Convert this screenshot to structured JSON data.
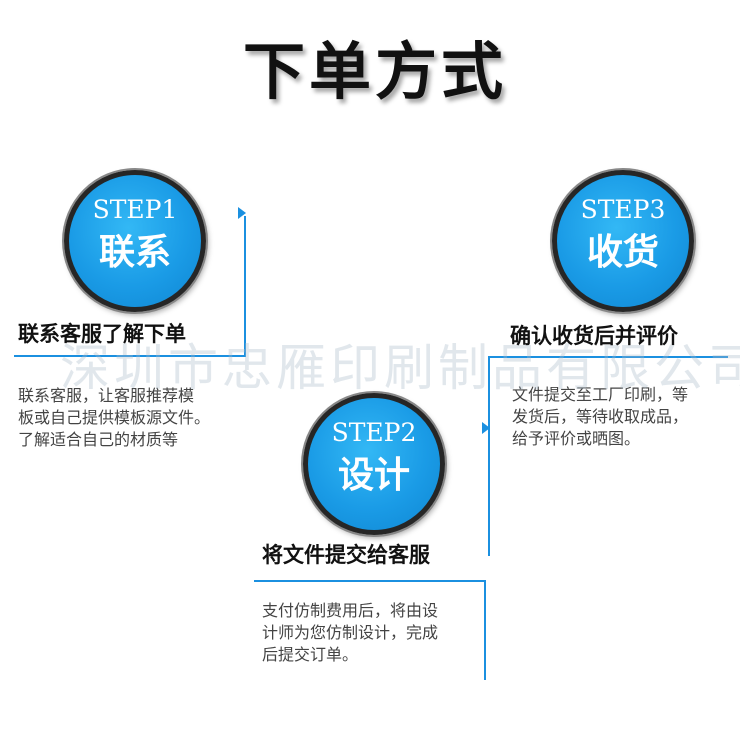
{
  "title": "下单方式",
  "watermark": "深圳市忠雁印刷制品有限公司",
  "accent_color": "#1a9be6",
  "steps": [
    {
      "number": "STEP1",
      "name": "联系",
      "heading": "联系客服了解下单",
      "description": [
        "联系客服，让客服推荐模",
        "板或自己提供模板源文件。",
        "了解适合自己的材质等"
      ]
    },
    {
      "number": "STEP2",
      "name": "设计",
      "heading": "将文件提交给客服",
      "description": [
        "支付仿制费用后，将由设",
        "计师为您仿制设计，完成",
        "后提交订单。"
      ]
    },
    {
      "number": "STEP3",
      "name": "收货",
      "heading": "确认收货后并评价",
      "description": [
        "文件提交至工厂印刷，等",
        "发货后，等待收取成品，",
        "给予评价或晒图。"
      ]
    }
  ]
}
